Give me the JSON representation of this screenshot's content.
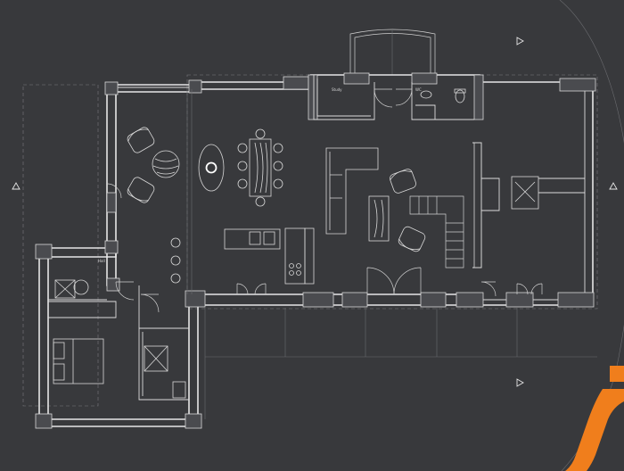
{
  "labels": {
    "study_tag": "Study",
    "wc_tag": "WC",
    "passage_tag": "Hall"
  },
  "colors": {
    "background": "#38393c",
    "lines": "#e6e6e6",
    "accent": "#f07e1c"
  },
  "icons": {
    "section_marker": "triangle-marker-icon",
    "logo": "brand-logo-icon"
  }
}
